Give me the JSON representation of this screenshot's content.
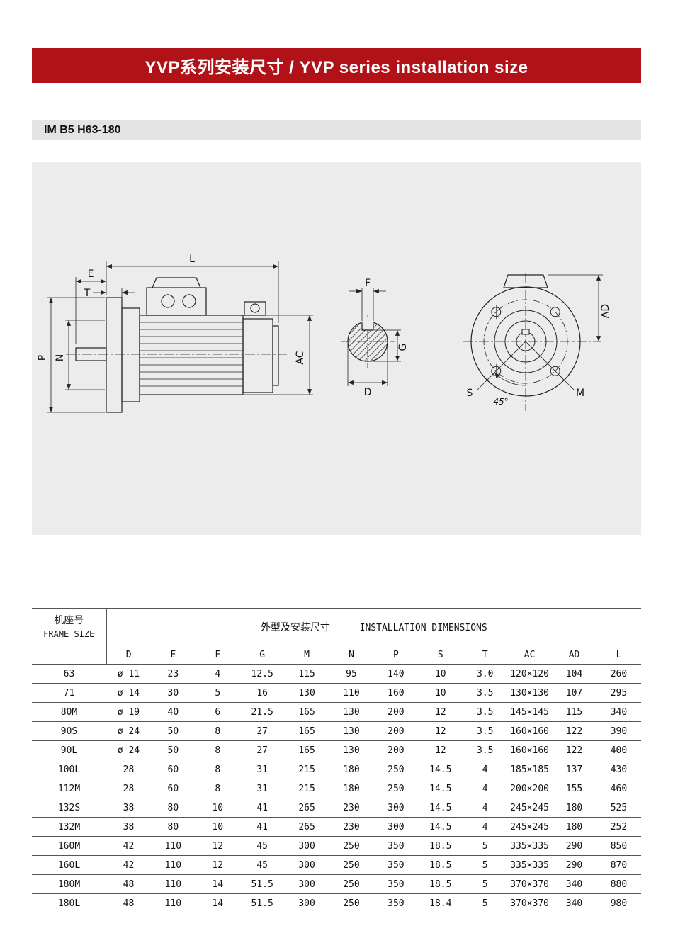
{
  "page": {
    "title": "YVP系列安装尺寸 / YVP series installation size",
    "section_label": "IM B5 H63-180"
  },
  "colors": {
    "header_bg": "#b01218",
    "header_text": "#ffffff",
    "drawing_bg": "#ececec"
  },
  "drawing": {
    "labels": {
      "l": "L",
      "e": "E",
      "t": "T",
      "p": "P",
      "n": "N",
      "ac": "AC",
      "f": "F",
      "g": "G",
      "d": "D",
      "s": "S",
      "m": "M",
      "ad": "AD",
      "angle": "45°"
    }
  },
  "table": {
    "frame_header_cn": "机座号",
    "frame_header_en": "FRAME SIZE",
    "dims_header_cn": "外型及安装尺寸",
    "dims_header_en": "INSTALLATION DIMENSIONS",
    "columns": [
      "D",
      "E",
      "F",
      "G",
      "M",
      "N",
      "P",
      "S",
      "T",
      "AC",
      "AD",
      "L"
    ],
    "rows": [
      {
        "frame": "63",
        "values": [
          "ø 11",
          "23",
          "4",
          "12.5",
          "115",
          "95",
          "140",
          "10",
          "3.0",
          "120×120",
          "104",
          "260"
        ]
      },
      {
        "frame": "71",
        "values": [
          "ø 14",
          "30",
          "5",
          "16",
          "130",
          "110",
          "160",
          "10",
          "3.5",
          "130×130",
          "107",
          "295"
        ]
      },
      {
        "frame": "80M",
        "values": [
          "ø 19",
          "40",
          "6",
          "21.5",
          "165",
          "130",
          "200",
          "12",
          "3.5",
          "145×145",
          "115",
          "340"
        ]
      },
      {
        "frame": "90S",
        "values": [
          "ø 24",
          "50",
          "8",
          "27",
          "165",
          "130",
          "200",
          "12",
          "3.5",
          "160×160",
          "122",
          "390"
        ]
      },
      {
        "frame": "90L",
        "values": [
          "ø 24",
          "50",
          "8",
          "27",
          "165",
          "130",
          "200",
          "12",
          "3.5",
          "160×160",
          "122",
          "400"
        ]
      },
      {
        "frame": "100L",
        "values": [
          "28",
          "60",
          "8",
          "31",
          "215",
          "180",
          "250",
          "14.5",
          "4",
          "185×185",
          "137",
          "430"
        ]
      },
      {
        "frame": "112M",
        "values": [
          "28",
          "60",
          "8",
          "31",
          "215",
          "180",
          "250",
          "14.5",
          "4",
          "200×200",
          "155",
          "460"
        ]
      },
      {
        "frame": "132S",
        "values": [
          "38",
          "80",
          "10",
          "41",
          "265",
          "230",
          "300",
          "14.5",
          "4",
          "245×245",
          "180",
          "525"
        ]
      },
      {
        "frame": "132M",
        "values": [
          "38",
          "80",
          "10",
          "41",
          "265",
          "230",
          "300",
          "14.5",
          "4",
          "245×245",
          "180",
          "252"
        ]
      },
      {
        "frame": "160M",
        "values": [
          "42",
          "110",
          "12",
          "45",
          "300",
          "250",
          "350",
          "18.5",
          "5",
          "335×335",
          "290",
          "850"
        ]
      },
      {
        "frame": "160L",
        "values": [
          "42",
          "110",
          "12",
          "45",
          "300",
          "250",
          "350",
          "18.5",
          "5",
          "335×335",
          "290",
          "870"
        ]
      },
      {
        "frame": "180M",
        "values": [
          "48",
          "110",
          "14",
          "51.5",
          "300",
          "250",
          "350",
          "18.5",
          "5",
          "370×370",
          "340",
          "880"
        ]
      },
      {
        "frame": "180L",
        "values": [
          "48",
          "110",
          "14",
          "51.5",
          "300",
          "250",
          "350",
          "18.4",
          "5",
          "370×370",
          "340",
          "980"
        ]
      }
    ]
  }
}
